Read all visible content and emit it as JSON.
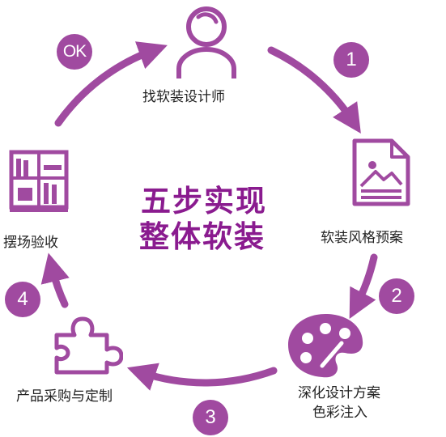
{
  "title": {
    "line1": "五步实现",
    "line2": "整体软装"
  },
  "steps": [
    {
      "label": "找软装设计师",
      "icon": "designer-person-icon"
    },
    {
      "label": "软装风格预案",
      "icon": "image-document-icon"
    },
    {
      "label": "深化设计方案",
      "label2": "色彩注入",
      "icon": "palette-icon"
    },
    {
      "label": "产品采购与定制",
      "icon": "puzzle-piece-icon"
    },
    {
      "label": "摆场验收",
      "icon": "bookshelf-icon"
    }
  ],
  "badges": [
    "1",
    "2",
    "3",
    "4",
    "OK"
  ],
  "colors": {
    "accent": "#a04aa0",
    "arrow": "#a04aa0",
    "title": "#8a1b8f",
    "badge": "#a04aa0",
    "icon": "#a04aa0",
    "text": "#222222"
  }
}
